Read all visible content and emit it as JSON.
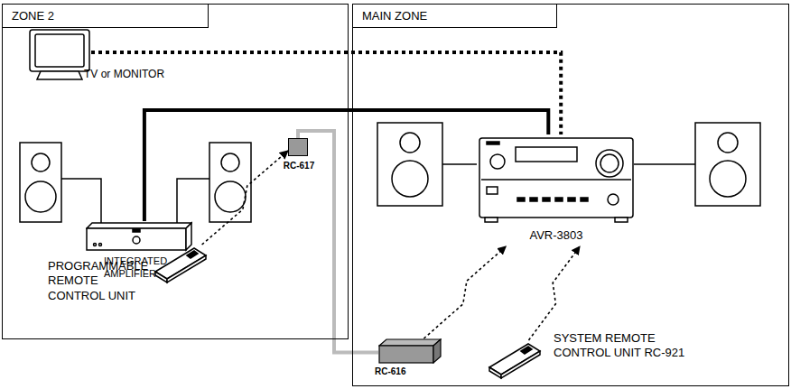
{
  "diagram": {
    "nodes": [
      {
        "text": [
          "ZONE 2"
        ]
      },
      {
        "text": [
          "TV or MONITOR"
        ],
        "in": 0
      },
      {
        "text": [
          "RC-617"
        ],
        "in": 0
      },
      {
        "text": [
          "INTEGRATED AMPLIFIER"
        ],
        "in": 0
      },
      {
        "text": [
          "PROGRAMMABLE REMOTE CONTROL UNIT"
        ],
        "in": 0
      },
      {
        "text": [
          "MAIN ZONE"
        ]
      },
      {
        "text": [
          "AVR-3803"
        ],
        "in": 5
      },
      {
        "text": [
          "RC-616"
        ],
        "in": 5
      },
      {
        "text": [
          "SYSTEM REMOTE CONTROL UNIT RC-921"
        ],
        "in": 5
      }
    ],
    "edges": [
      {
        "from": 1,
        "to": 6,
        "arrow": "none"
      },
      {
        "from": 3,
        "to": 6,
        "arrow": "none"
      },
      {
        "from": 2,
        "to": 7,
        "arrow": "none"
      },
      {
        "from": 4,
        "to": 2,
        "arrow": "to"
      },
      {
        "from": 7,
        "to": 6,
        "arrow": "to"
      },
      {
        "from": 8,
        "to": 6,
        "arrow": "to"
      }
    ]
  }
}
